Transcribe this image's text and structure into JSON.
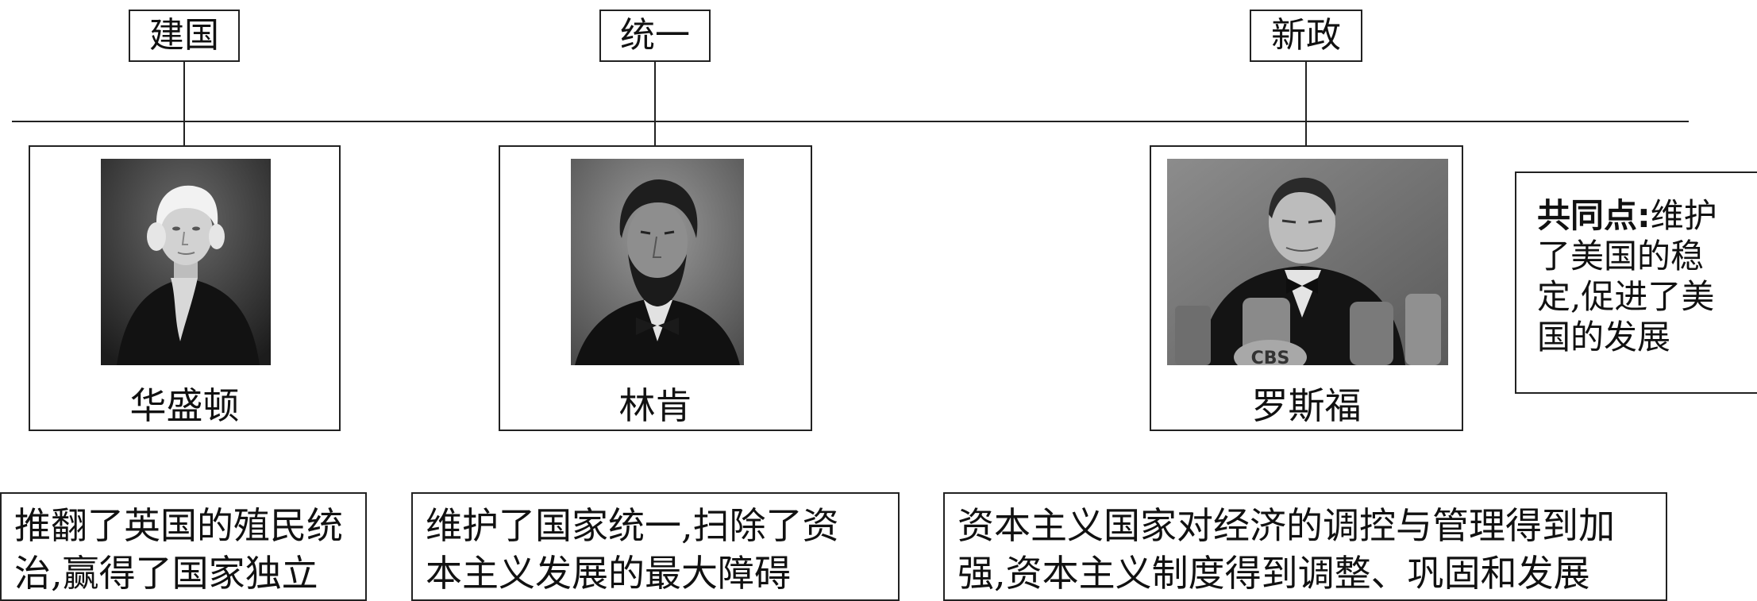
{
  "timeline": {
    "events": [
      {
        "label": "建国",
        "name": "华盛顿",
        "description": "推翻了英国的殖民统治，赢得了国家独立",
        "desc_lines": [
          "推翻了英国的殖民统",
          "治,赢得了国家独立"
        ]
      },
      {
        "label": "统一",
        "name": "林肯",
        "description": "维护了国家统一，扫除了资本主义发展的最大障碍",
        "desc_lines": [
          "维护了国家统一,扫除了资",
          "本主义发展的最大障碍"
        ]
      },
      {
        "label": "新政",
        "name": "罗斯福",
        "description": "资本主义国家对经济的调控与管理得到加强，资本主义制度得到调整、巩固和发展",
        "desc_lines": [
          "资本主义国家对经济的调控与管理得到加",
          "强,资本主义制度得到调整、巩固和发展"
        ]
      }
    ]
  },
  "common_point": {
    "title": "共同点:",
    "lines": [
      "维护",
      "了美国的稳",
      "定,促进了美",
      "国的发展"
    ]
  }
}
